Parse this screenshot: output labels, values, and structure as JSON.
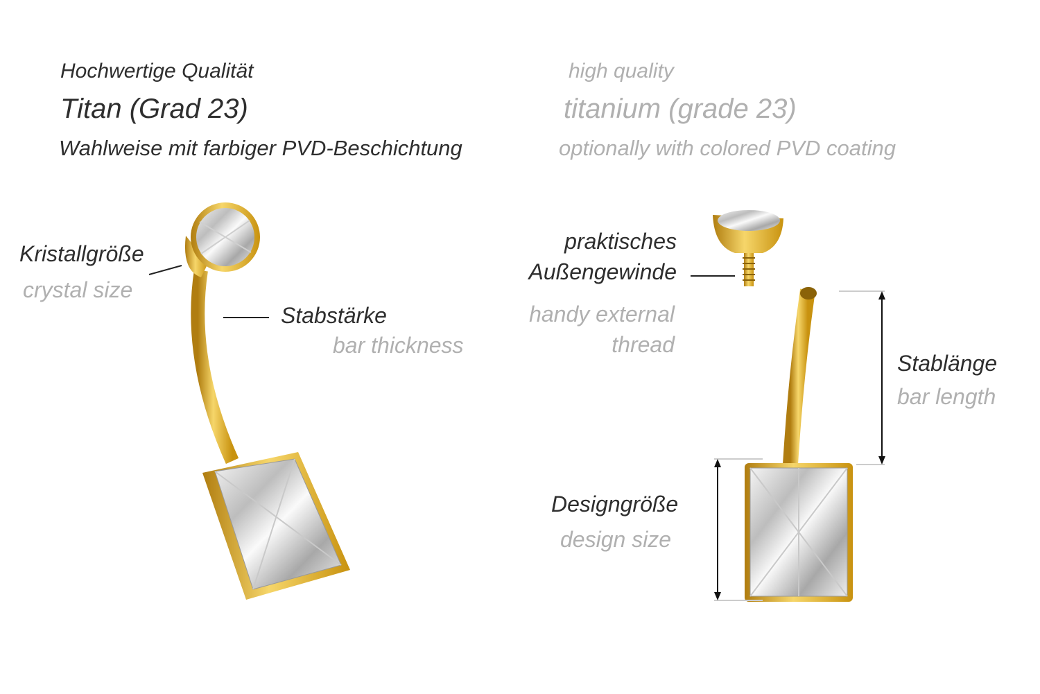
{
  "header": {
    "de": [
      "Hochwertige Qualität",
      "Titan (Grad 23)",
      "Wahlweise mit farbiger PVD-Beschichtung"
    ],
    "en": [
      "high quality",
      "titanium (grade 23)",
      "optionally with colored PVD coating"
    ]
  },
  "labels": {
    "crystal_size": {
      "de": "Kristallgröße",
      "en": "crystal size"
    },
    "bar_thickness": {
      "de": "Stabstärke",
      "en": "bar thickness"
    },
    "thread": {
      "de1": "praktisches",
      "de2": "Außengewinde",
      "en1": "handy external",
      "en2": "thread"
    },
    "bar_length": {
      "de": "Stablänge",
      "en": "bar length"
    },
    "design_size": {
      "de": "Designgröße",
      "en": "design size"
    }
  },
  "colors": {
    "gold": "#d9a520",
    "gold_light": "#f6d66a",
    "text_dark": "#2e2e2e",
    "text_gray": "#b0b0b0"
  }
}
